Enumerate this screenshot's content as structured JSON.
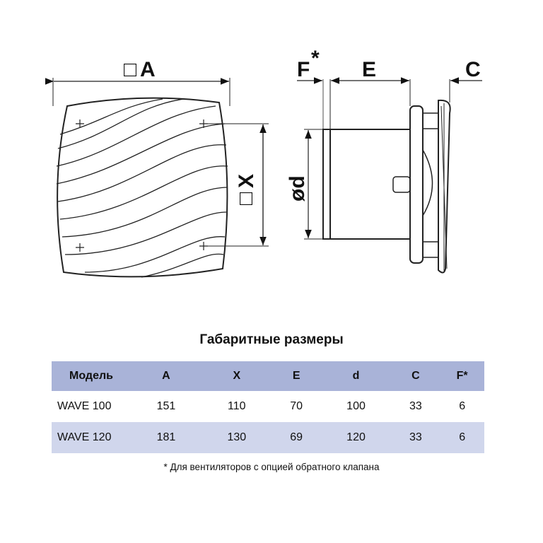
{
  "diagram": {
    "front_labels": {
      "square": "□",
      "a": "A",
      "x": "X"
    },
    "side_labels": {
      "f": "F",
      "f_star": "*",
      "e": "E",
      "c": "C",
      "d": "ød"
    }
  },
  "title": "Габаритные размеры",
  "table": {
    "headers": [
      "Модель",
      "A",
      "X",
      "E",
      "d",
      "C",
      "F*"
    ],
    "rows": [
      [
        "WAVE 100",
        "151",
        "110",
        "70",
        "100",
        "33",
        "6"
      ],
      [
        "WAVE 120",
        "181",
        "130",
        "69",
        "120",
        "33",
        "6"
      ]
    ]
  },
  "footnote": "* Для вентиляторов с опцией обратного клапана",
  "colors": {
    "header_bg": "#a9b3d8",
    "alt_row_bg": "#d0d6ec"
  }
}
